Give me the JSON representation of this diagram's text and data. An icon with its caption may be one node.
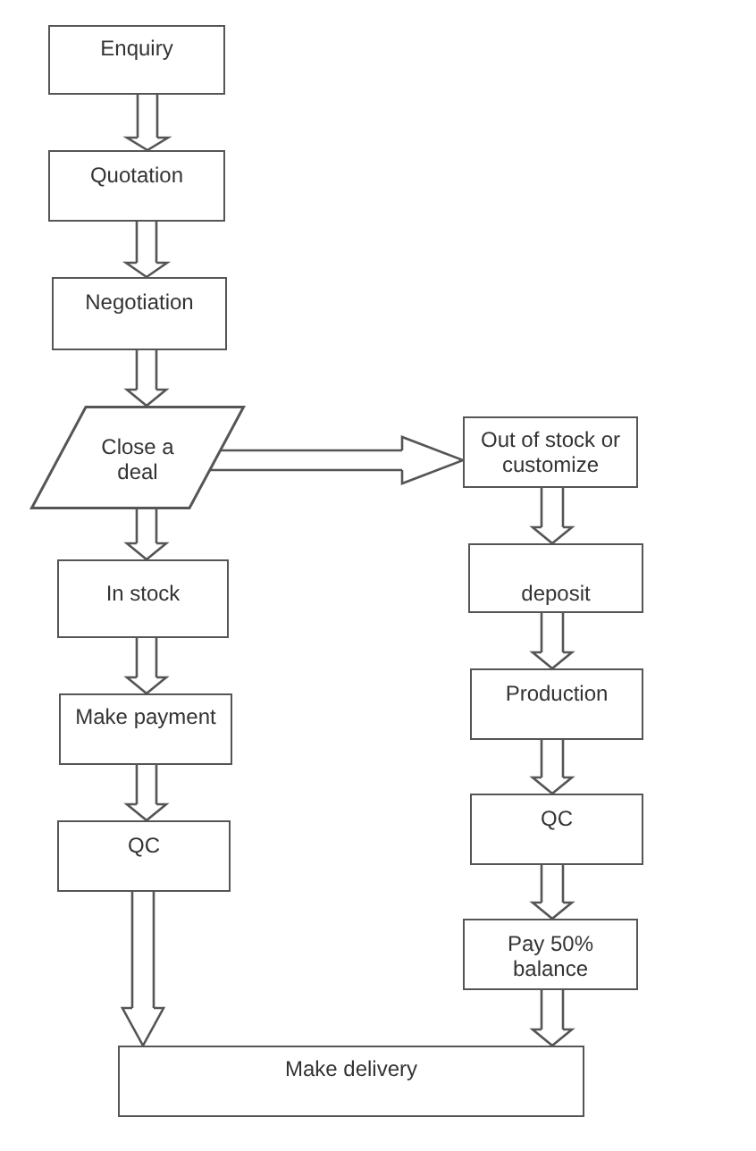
{
  "diagram": {
    "nodes": [
      {
        "text": [
          "Enquiry"
        ]
      },
      {
        "text": [
          "Quotation"
        ]
      },
      {
        "text": [
          "Negotiation"
        ]
      },
      {
        "text": [
          "Close a deal"
        ]
      },
      {
        "text": [
          "Out of stock or customize"
        ]
      },
      {
        "text": [
          "In stock"
        ]
      },
      {
        "text": [
          "deposit"
        ]
      },
      {
        "text": [
          "Make payment"
        ]
      },
      {
        "text": [
          "Production"
        ]
      },
      {
        "text": [
          "QC"
        ]
      },
      {
        "text": [
          "QC"
        ]
      },
      {
        "text": [
          "Pay 50% balance"
        ]
      },
      {
        "text": [
          "Make delivery"
        ]
      }
    ],
    "edges": [
      {
        "from": 0,
        "to": 1,
        "arrow": "to"
      },
      {
        "from": 1,
        "to": 2,
        "arrow": "to"
      },
      {
        "from": 2,
        "to": 3,
        "arrow": "to"
      },
      {
        "from": 3,
        "to": 4,
        "arrow": "to"
      },
      {
        "from": 3,
        "to": 5,
        "arrow": "to"
      },
      {
        "from": 4,
        "to": 6,
        "arrow": "to"
      },
      {
        "from": 5,
        "to": 7,
        "arrow": "to"
      },
      {
        "from": 6,
        "to": 8,
        "arrow": "to"
      },
      {
        "from": 7,
        "to": 9,
        "arrow": "to"
      },
      {
        "from": 8,
        "to": 10,
        "arrow": "to"
      },
      {
        "from": 10,
        "to": 11,
        "arrow": "to"
      },
      {
        "from": 9,
        "to": 12,
        "arrow": "to"
      },
      {
        "from": 11,
        "to": 12,
        "arrow": "to"
      }
    ]
  }
}
